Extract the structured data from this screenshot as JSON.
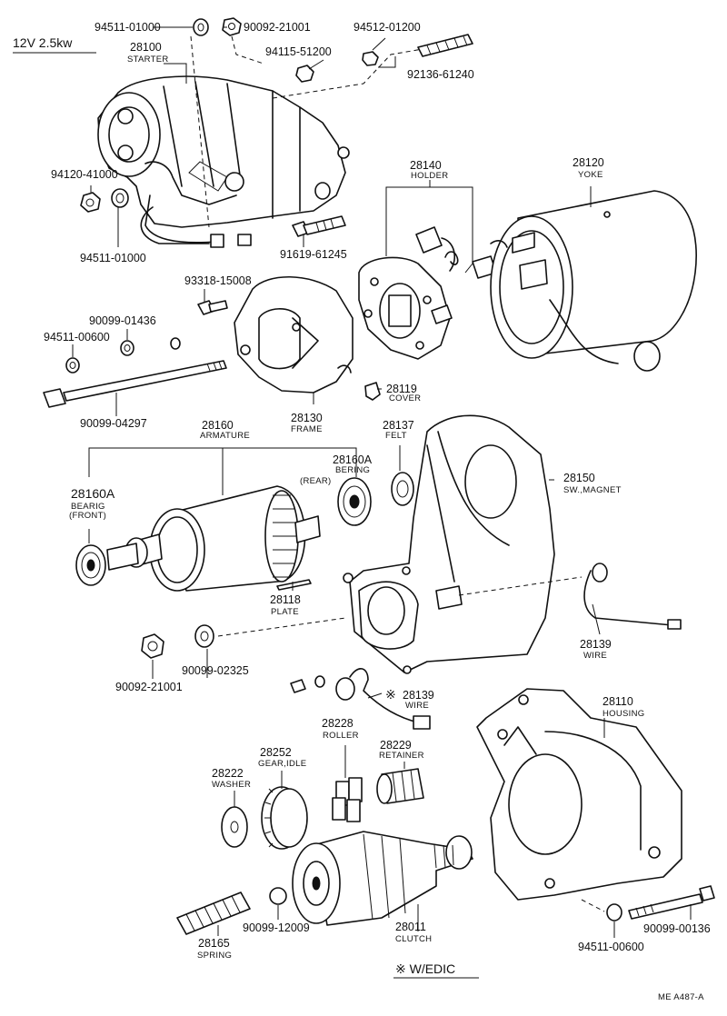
{
  "header": {
    "spec": "12V 2.5kw"
  },
  "parts": {
    "p94511_01000_top": "94511-01000",
    "p90092_21001_top": "90092-21001",
    "p94512_01200": "94512-01200",
    "p28100": "28100",
    "n28100": "STARTER",
    "p94115_51200": "94115-51200",
    "p92136_61240": "92136-61240",
    "p94120_41000": "94120-41000",
    "p94511_01000_mid": "94511-01000",
    "p28140": "28140",
    "n28140": "HOLDER",
    "p28120": "28120",
    "n28120": "YOKE",
    "p91619_61245": "91619-61245",
    "p93318_15008": "93318-15008",
    "p90099_01436": "90099-01436",
    "p94511_00600_mid": "94511-00600",
    "p90099_04297": "90099-04297",
    "p28119": "28119",
    "n28119": "COVER",
    "p28130": "28130",
    "n28130": "FRAME",
    "p28160": "28160",
    "n28160": "ARMATURE",
    "p28137": "28137",
    "n28137": "FELT",
    "p28160A_rear": "28160A",
    "n28160A_rear": "BERING",
    "n28160A_rear2": "(REAR)",
    "p28150": "28150",
    "n28150": "SW.,MAGNET",
    "p28160A_front": "28160A",
    "n28160A_front": "BEARIG",
    "n28160A_front2": "(FRONT)",
    "p28118": "28118",
    "n28118": "PLATE",
    "p28139_right": "28139",
    "n28139_right": "WIRE",
    "p90092_21001_mid": "90092-21001",
    "p90099_02325": "90099-02325",
    "p28139_mid": "28139",
    "n28139_mid": "WIRE",
    "mark": "※",
    "p28110": "28110",
    "n28110": "HOUSING",
    "p28228": "28228",
    "n28228": "ROLLER",
    "p28229": "28229",
    "n28229": "RETAINER",
    "p28252": "28252",
    "n28252": "GEAR,IDLE",
    "p28222": "28222",
    "n28222": "WASHER",
    "p28165": "28165",
    "n28165": "SPRING",
    "p90099_12009": "90099-12009",
    "p28011": "28011",
    "n28011": "CLUTCH",
    "p94511_00600_bot": "94511-00600",
    "p90099_00136": "90099-00136"
  },
  "footer": {
    "note": "※ W/EDIC",
    "code": "ME  A487-A"
  }
}
